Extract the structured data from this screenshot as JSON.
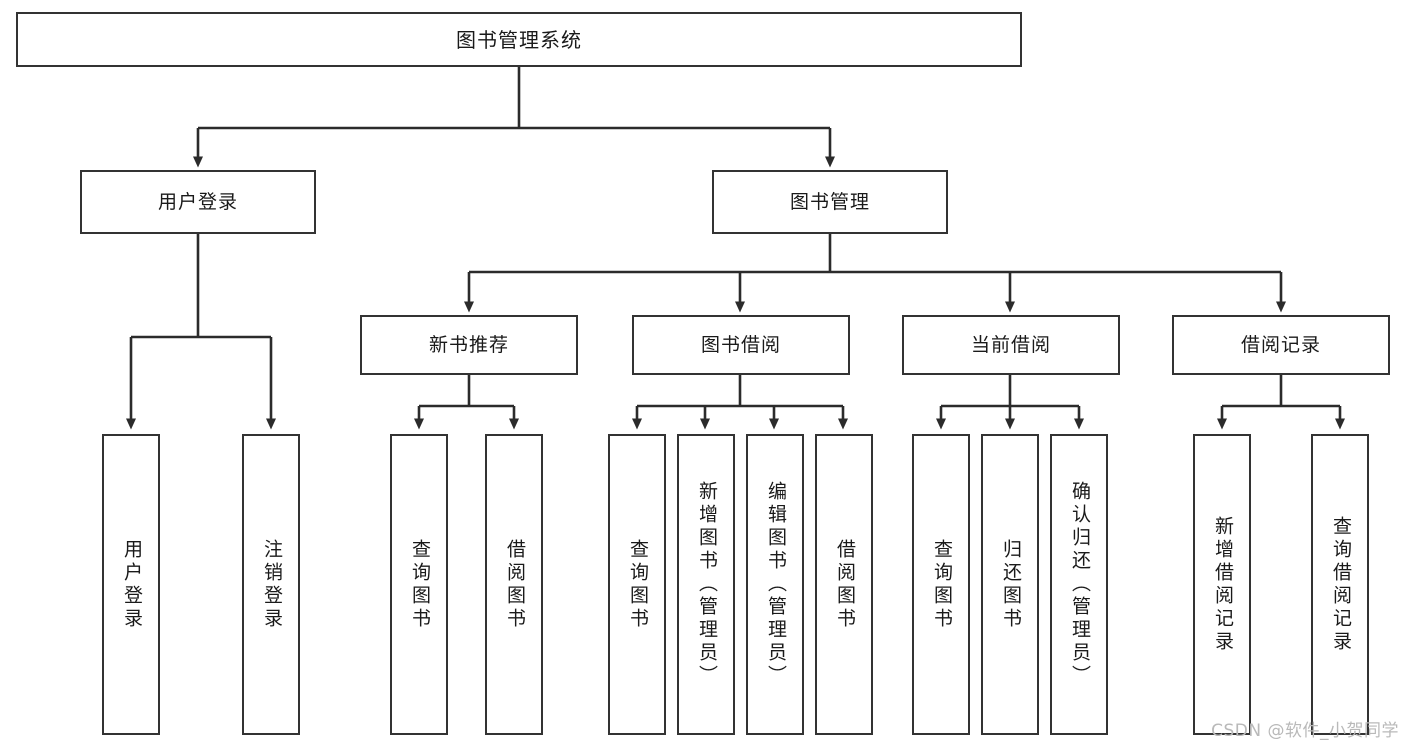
{
  "diagram": {
    "title": "图书管理系统",
    "type": "tree",
    "watermark": "CSDN @软件_小贺同学",
    "colors": {
      "box_border": "#333333",
      "box_fill": "#ffffff",
      "edge": "#2b2b2b",
      "text": "#1a1a1a",
      "watermark": "#b9b9b9"
    },
    "nodes": {
      "root": {
        "label": "图书管理系统"
      },
      "level1": [
        {
          "id": "user-login",
          "label": "用户登录"
        },
        {
          "id": "book-management",
          "label": "图书管理"
        }
      ],
      "level2": [
        {
          "id": "new-book-recommend",
          "label": "新书推荐"
        },
        {
          "id": "book-borrow",
          "label": "图书借阅"
        },
        {
          "id": "current-borrow",
          "label": "当前借阅"
        },
        {
          "id": "borrow-record",
          "label": "借阅记录"
        }
      ],
      "leaves": {
        "user-login": [
          {
            "id": "leaf-user-login",
            "label": "用户登录"
          },
          {
            "id": "leaf-user-logout",
            "label": "注销登录"
          }
        ],
        "new-book-recommend": [
          {
            "id": "leaf-query-book-1",
            "label": "查询图书"
          },
          {
            "id": "leaf-borrow-book-1",
            "label": "借阅图书"
          }
        ],
        "book-borrow": [
          {
            "id": "leaf-query-book-2",
            "label": "查询图书"
          },
          {
            "id": "leaf-add-book",
            "label": "新增图书（管理员）"
          },
          {
            "id": "leaf-edit-book",
            "label": "编辑图书（管理员）"
          },
          {
            "id": "leaf-borrow-book-2",
            "label": "借阅图书"
          }
        ],
        "current-borrow": [
          {
            "id": "leaf-query-book-3",
            "label": "查询图书"
          },
          {
            "id": "leaf-return-book",
            "label": "归还图书"
          },
          {
            "id": "leaf-confirm-return",
            "label": "确认归还（管理员）"
          }
        ],
        "borrow-record": [
          {
            "id": "leaf-add-record",
            "label": "新增借阅记录"
          },
          {
            "id": "leaf-query-record",
            "label": "查询借阅记录"
          }
        ]
      }
    }
  }
}
